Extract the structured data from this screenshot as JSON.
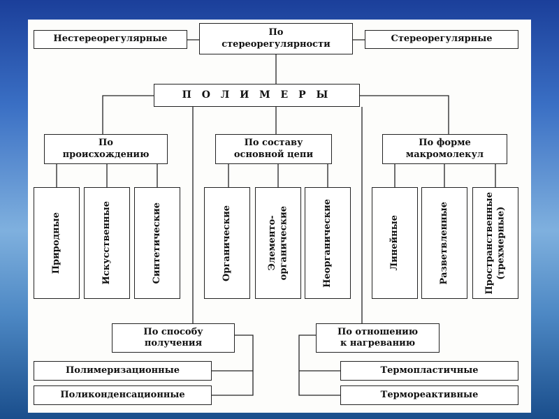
{
  "root": "П О Л И М Е Р Ы",
  "stereo": {
    "label": "По\nстереорегулярности",
    "left": "Нестереорегулярные",
    "right": "Стереорегулярные"
  },
  "origin": {
    "label": "По\nпроисхождению",
    "items": [
      "Природные",
      "Искусственные",
      "Синтетические"
    ]
  },
  "chain": {
    "label": "По составу\nосновной цепи",
    "items": [
      "Органические",
      "Элементо-\nорганические",
      "Неорганические"
    ]
  },
  "shape": {
    "label": "По форме\nмакромолекул",
    "items": [
      "Линейные",
      "Разветвленные",
      "Пространственные\n(трехмерные)"
    ]
  },
  "method": {
    "label": "По способу\nполучения",
    "items": [
      "Полимеризационные",
      "Поликонденсационные"
    ]
  },
  "heat": {
    "label": "По отношению\nк нагреванию",
    "items": [
      "Термопластичные",
      "Термореактивные"
    ]
  }
}
